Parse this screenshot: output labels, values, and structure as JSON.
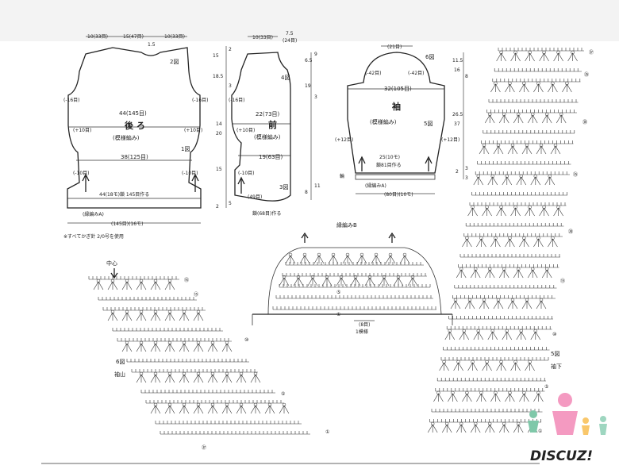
{
  "back_piece": {
    "label_back": "後 ろ",
    "label_pattern": "(模様編み)",
    "fig1": "1図",
    "fig2": "2図",
    "top_left": "10(33目)",
    "top_mid": "15(47目)",
    "top_right": "10(33目)",
    "neck_note": "1.5",
    "side_l_top": "(-16目)",
    "side_r_top": "(-16目)",
    "width_upper": "44(145目)",
    "side_l_mid": "(+10目)",
    "side_r_mid": "(+10目)",
    "width_lower": "38(125目)",
    "side_l_low": "(-10目)",
    "side_r_low": "(-10目)",
    "chain": "44(18モ)鎖 145目作る",
    "edge": "(縁編みA)",
    "bottom": "(145目)(16モ)",
    "note": "※すべてかぎ針 2/0号を使用"
  },
  "center_heights": [
    "15",
    "18.5",
    "14",
    "20",
    "15",
    "2"
  ],
  "center_sub": [
    "2",
    "3",
    "5"
  ],
  "front_piece": {
    "label_front": "前",
    "label_pattern": "(模様編み)",
    "fig3": "3図",
    "fig4": "4図",
    "top": "10(33目)",
    "top_r": "7.5",
    "top_r2": "(24目)",
    "side_l_top": "(-16目)",
    "width_upper": "22(73目)",
    "side_l_mid": "(+10目)",
    "width_lower": "19(63目)",
    "side_l_low": "(-10目)",
    "bottom_l": "(49目)",
    "chain": "鎖(68目)作る",
    "right_dims": [
      "6.5",
      "19",
      "8"
    ],
    "right_dims_sub": [
      "9",
      "3",
      "11"
    ]
  },
  "sleeve_piece": {
    "label_sleeve": "袖",
    "label_pattern": "(模様編み)",
    "fig5": "5図",
    "fig6": "6図",
    "top": "(21目)",
    "cap_l": "(-42目)",
    "cap_r": "(-42目)",
    "width": "32(105目)",
    "side_l": "(+12目)",
    "side_r": "(+12目)",
    "cuff1": "25(10モ)",
    "cuff2": "鎖81目作る",
    "ring": "輪",
    "edge": "(縁編みA)",
    "bottom": "(80目)(10モ)",
    "right_dims": [
      "11.5",
      "16",
      "26.5",
      "37",
      "2",
      "3"
    ],
    "right_dims_sub": [
      "8",
      "3"
    ]
  },
  "edging_b": {
    "title": "縁編みB",
    "repeat": "(8目)",
    "repeat_label": "1模様",
    "rows": [
      "⑤",
      "①"
    ]
  },
  "sleeve_cap": {
    "center": "中心",
    "fig": "6図",
    "name": "袖山",
    "rows": [
      "⑯",
      "⑮",
      "⑩",
      "⑤",
      "①",
      "㊲"
    ]
  },
  "sleeve_lower": {
    "fig": "5図",
    "name": "袖下",
    "rows": [
      "㊲",
      "㉟",
      "㉚",
      "㉕",
      "⑳",
      "⑮",
      "⑩",
      "⑤",
      "①"
    ]
  },
  "watermark": {
    "text": "DISCUZ!"
  }
}
